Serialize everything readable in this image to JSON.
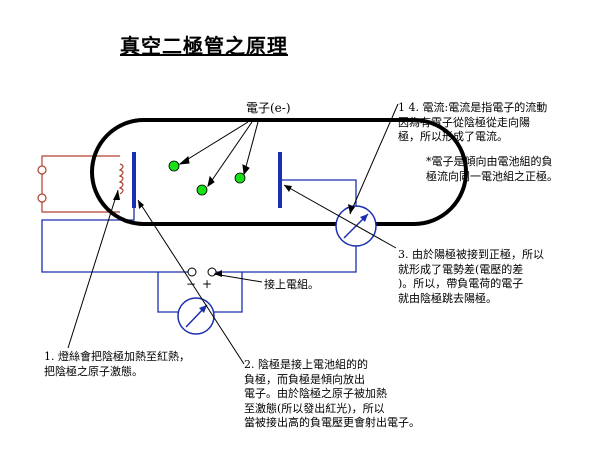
{
  "title": "真空二極管之原理",
  "electron_label": "電子(e-)",
  "battery_label": "接上電組。",
  "battery_minus": "−",
  "battery_plus": "+",
  "notes": {
    "n1": "1. 燈絲會把陰極加熱至紅熱，\n把陰極之原子激態。",
    "n2": "2. 陰極是接上電池組的的\n負極，而負極是傾向放出\n電子。由於陰極之原子被加熱\n至激態(所以發出紅光)，所以\n當被接出高的負電壓更會射出電子。",
    "n3": "3. 由於陽極被接到正極，所以\n就形成了電勢差(電壓的差\n)。所以，帶負電荷的電子\n就由陰極跳去陽極。",
    "n4": "1 4. 電流:電流是指電子的流動\n因為有電子從陰極從走向陽\n極，所以形成了電流。",
    "n4b": "*電子是傾向由電池組的負\n極流向同一電池組之正極。"
  },
  "colors": {
    "tube": "#000000",
    "circuit": "#1a2fb0",
    "electrode": "#1a2fb0",
    "electron": "#18e018",
    "filament_wire": "#b04030",
    "meter_fill": "#ffffff"
  }
}
